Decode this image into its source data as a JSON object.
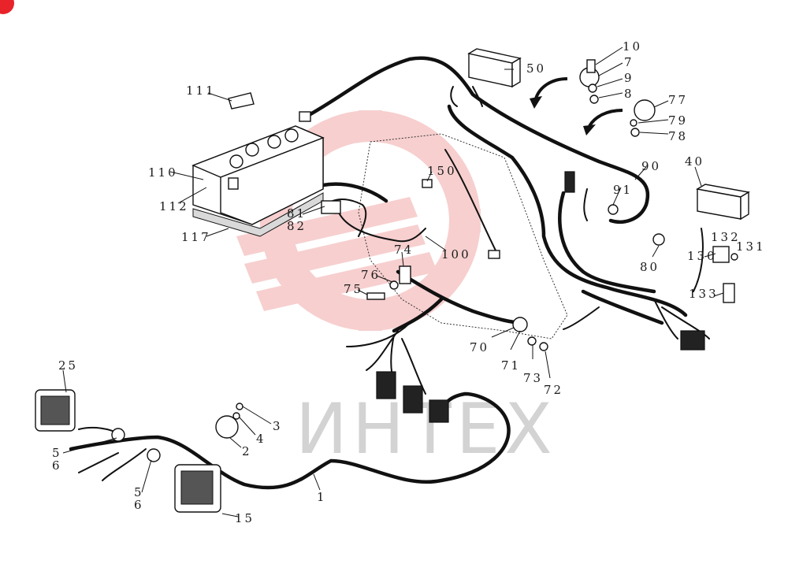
{
  "watermark": {
    "brand_text": "ИНТЕХ",
    "color": "#f2a8a8"
  },
  "corner_badge_color": "#e8232a",
  "callouts": [
    "1",
    "2",
    "3",
    "4",
    "5",
    "6",
    "7",
    "8",
    "9",
    "10",
    "15",
    "25",
    "40",
    "50",
    "70",
    "71",
    "72",
    "73",
    "74",
    "75",
    "76",
    "77",
    "78",
    "79",
    "80",
    "81",
    "82",
    "90",
    "91",
    "100",
    "110",
    "111",
    "112",
    "117",
    "130",
    "131",
    "132",
    "133",
    "150"
  ]
}
